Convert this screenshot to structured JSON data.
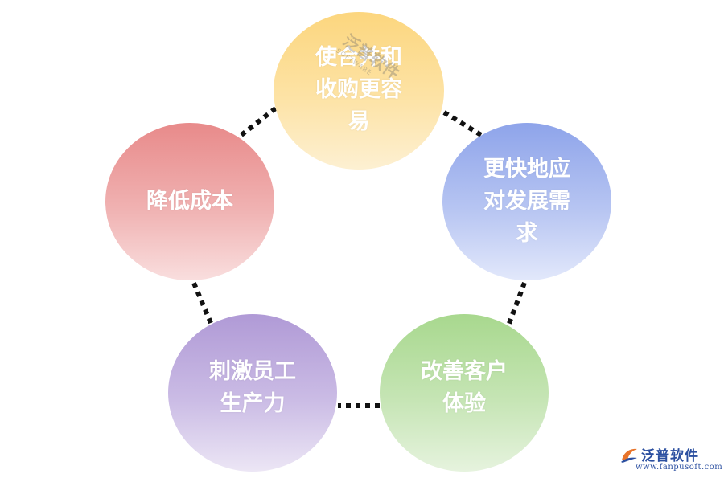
{
  "nodes": [
    {
      "label": "使合并和\n收购更容\n易"
    },
    {
      "label": "更快地应\n对发展需\n求"
    },
    {
      "label": "改善客户\n体验"
    },
    {
      "label": "刺激员工\n生产力"
    },
    {
      "label": "降低成本"
    }
  ],
  "watermark": {
    "text": "泛普软件",
    "sub": "SOFTWARE"
  },
  "logo": {
    "name": "泛普软件",
    "url": "www.fanpusoft.com"
  },
  "colors": {
    "node_1": "#fcd67e",
    "node_2": "#8ea4ea",
    "node_3": "#a8d88e",
    "node_4": "#b09ad6",
    "node_5": "#e88a8a",
    "connector": "#111111",
    "logo": "#2b4fa0"
  }
}
